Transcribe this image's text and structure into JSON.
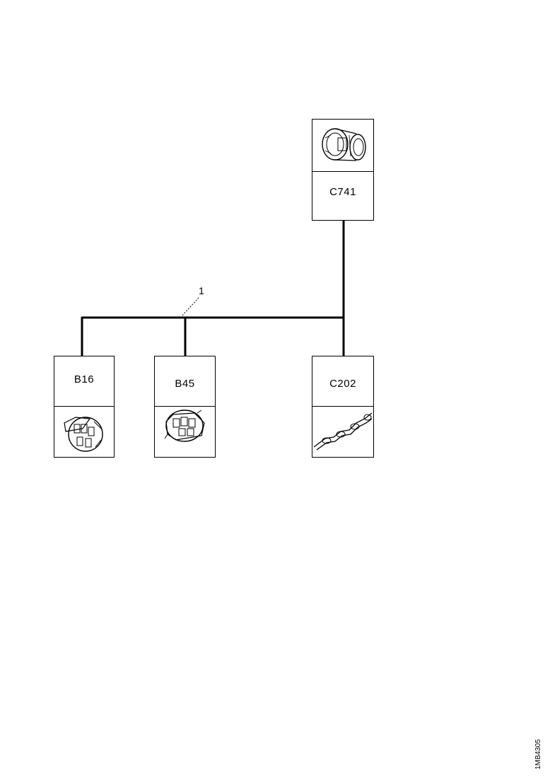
{
  "diagram": {
    "connectors": [
      {
        "id": "C741",
        "icon": "round-connector-icon"
      },
      {
        "id": "B16",
        "icon": "multi-pin-connector-icon"
      },
      {
        "id": "B45",
        "icon": "multi-pin-connector-icon"
      },
      {
        "id": "C202",
        "icon": "inline-splice-connector-icon"
      }
    ],
    "wire_label": "1",
    "reference_code": "1MB4305"
  }
}
